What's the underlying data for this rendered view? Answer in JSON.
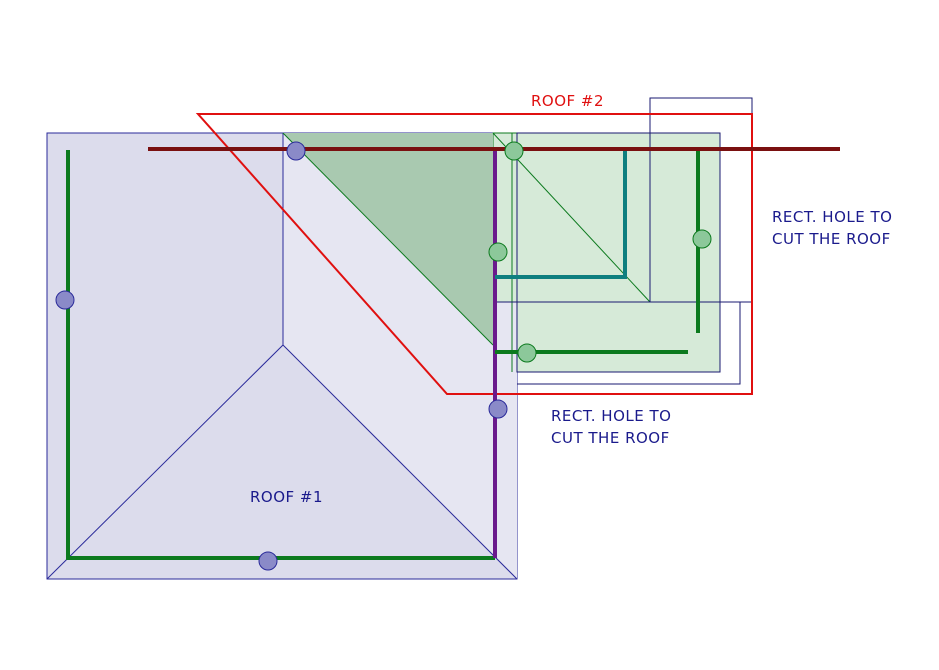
{
  "labels": {
    "roof1": "ROOF #1",
    "roof2": "ROOF #2",
    "hole_right_line1": "RECT. HOLE TO",
    "hole_right_line2": "CUT THE ROOF",
    "hole_bottom_line1": "RECT. HOLE TO",
    "hole_bottom_line2": "CUT THE ROOF"
  },
  "colors": {
    "roof1_fill": "#dcdcec",
    "roof1_face": "#e6e6f2",
    "roof_edge": "#2a2a9a",
    "wall_green": "#0c7a1e",
    "wall_teal": "#0e7f7f",
    "wall_purple": "#6a1a8c",
    "ridge_brown": "#7a1010",
    "roof2_outline": "#e01010",
    "hole_outline": "#1a1a70",
    "green_face_dark": "#a9c9b0",
    "green_face_light": "#d6ead8",
    "label_blue": "#1a1a8c",
    "label_red": "#e01010"
  }
}
